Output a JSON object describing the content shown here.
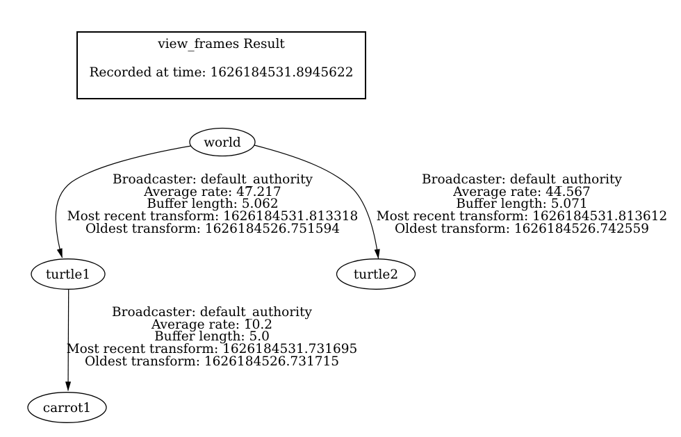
{
  "title_box": {
    "title": "view_frames Result",
    "recorded_line": "Recorded at time: 1626184531.8945622"
  },
  "nodes": {
    "world": {
      "label": "world"
    },
    "turtle1": {
      "label": "turtle1"
    },
    "turtle2": {
      "label": "turtle2"
    },
    "carrot1": {
      "label": "carrot1"
    }
  },
  "edges": [
    {
      "from": "world",
      "to": "turtle1",
      "lines": [
        "Broadcaster: default_authority",
        "Average rate: 47.217",
        "Buffer length: 5.062",
        "Most recent transform: 1626184531.813318",
        "Oldest transform: 1626184526.751594"
      ]
    },
    {
      "from": "world",
      "to": "turtle2",
      "lines": [
        "Broadcaster: default_authority",
        "Average rate: 44.567",
        "Buffer length: 5.071",
        "Most recent transform: 1626184531.813612",
        "Oldest transform: 1626184526.742559"
      ]
    },
    {
      "from": "turtle1",
      "to": "carrot1",
      "lines": [
        "Broadcaster: default_authority",
        "Average rate: 10.2",
        "Buffer length: 5.0",
        "Most recent transform: 1626184531.731695",
        "Oldest transform: 1626184526.731715"
      ]
    }
  ],
  "colors": {
    "stroke": "#000000",
    "text": "#000000",
    "background": "#ffffff"
  }
}
